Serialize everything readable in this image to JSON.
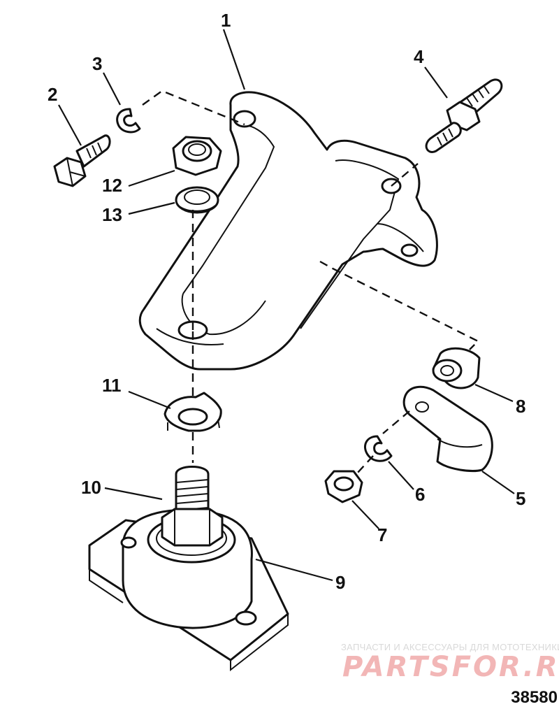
{
  "callouts": {
    "c1": "1",
    "c2": "2",
    "c3": "3",
    "c4": "4",
    "c5": "5",
    "c6": "6",
    "c7": "7",
    "c8": "8",
    "c9": "9",
    "c10": "10",
    "c11": "11",
    "c12": "12",
    "c13": "13"
  },
  "watermark": {
    "caption": "ЗАПЧАСТИ И АКСЕССУАРЫ ДЛЯ МОТОТЕХНИКИ",
    "logo": "PARTSFOR.RU"
  },
  "figure_number": "38580",
  "colors": {
    "ink": "#111111",
    "watermark_logo": "#f2b6b6",
    "watermark_caption": "#d9d9d9"
  }
}
